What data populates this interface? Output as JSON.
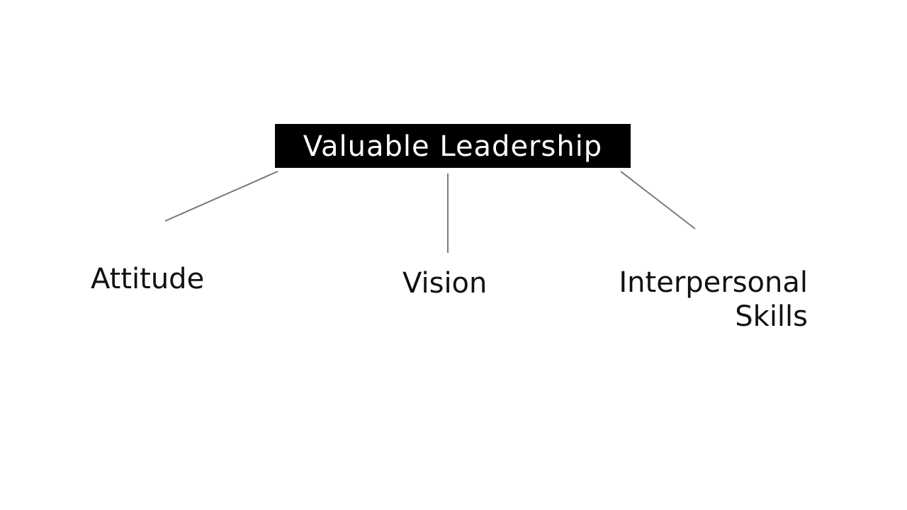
{
  "diagram": {
    "type": "hierarchy",
    "root": {
      "label": "Valuable Leadership",
      "fill": "#000000",
      "text_color": "#ffffff"
    },
    "children": [
      {
        "id": "attitude",
        "label": "Attitude"
      },
      {
        "id": "vision",
        "label": "Vision"
      },
      {
        "id": "interpersonal",
        "label": "Interpersonal\nSkills"
      }
    ],
    "connector_color": "#7a7a7a",
    "background": "#ffffff"
  }
}
